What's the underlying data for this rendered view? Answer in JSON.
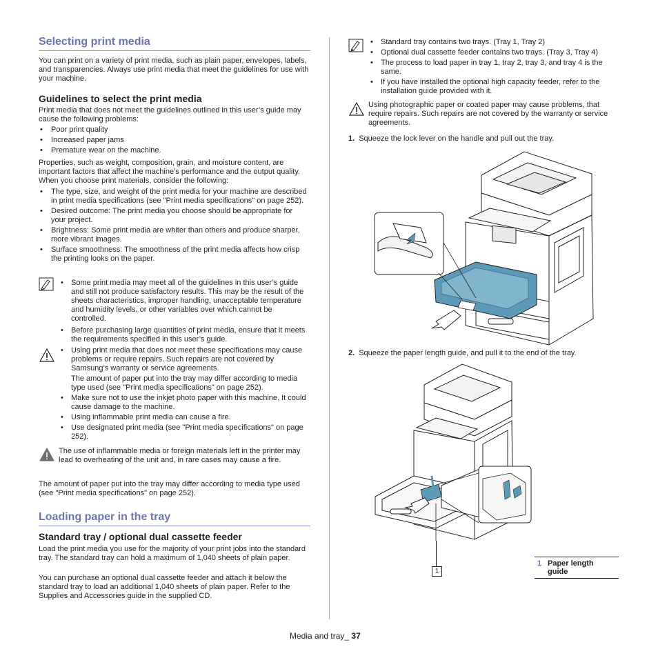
{
  "left": {
    "heading1": "Selecting print media",
    "intro": "You can print on a variety of print media, such as plain paper, envelopes, labels, and transparencies. Always use print media that meet the guidelines for use with your machine.",
    "heading2": "Guidelines to select the print media",
    "guidelines_intro": "Print media that does not meet the guidelines outlined in this user’s guide may cause the following problems:",
    "problems": [
      "Poor print quality",
      "Increased paper jams",
      "Premature wear on the machine."
    ],
    "properties_intro": "Properties, such as weight, composition, grain, and moisture content, are important factors that affect the machine’s performance and the output quality. When you choose print materials, consider the following:",
    "considerations": [
      "The type, size, and weight of the print media for your machine are described in print media specifications (see \"Print media specifications\" on page 252).",
      "Desired outcome: The print media you choose should be appropriate for your project.",
      "Brightness: Some print media are whiter than others and produce sharper, more vibrant images.",
      "Surface smoothness: The smoothness of the print media affects how crisp the printing looks on the paper."
    ],
    "note_items": [
      "Some print media may meet all of the guidelines in this user’s guide and still not produce satisfactory results. This may be the result of the sheets characteristics, improper handling, unacceptable temperature and humidity levels, or other variables over which cannot be controlled.",
      "Before purchasing large quantities of print media, ensure that it meets the requirements specified in this user’s guide."
    ],
    "caution_first": "Using print media that does not meet these specifications may cause problems or require repairs. Such repairs are not covered by Samsung’s warranty or service agreements.",
    "caution_first_cont": "The amount of paper put into the tray may differ according to media type used (see \"Print media specifications\" on page 252).",
    "caution_rest": [
      "Make sure not to use the inkjet photo paper with this machine. It could cause damage to the machine.",
      "Using inflammable print media can cause a fire.",
      "Use designated print media (see \"Print media specifications\" on page 252)."
    ],
    "warning": "The use of inflammable media or foreign materials left in the printer may lead to overheating of the unit and, in rare cases may cause a fire.",
    "amount_note": "The amount of paper put into the tray may differ according to media type used (see \"Print media specifications\" on page 252).",
    "heading3": "Loading paper in the tray",
    "heading4": "Standard tray / optional dual cassette feeder",
    "load_para1": "Load the print media you use for the majority of your print jobs into the standard tray. The standard tray can hold a maximum of 1,040 sheets of plain paper.",
    "load_para2": "You can purchase an optional dual cassette feeder and attach it below the standard tray to load an additional 1,040 sheets of plain paper. Refer to the Supplies and Accessories guide in the supplied CD."
  },
  "right": {
    "note_items": [
      "Standard tray contains two trays. (Tray 1, Tray 2)",
      "Optional dual cassette feeder contains two trays. (Tray 3, Tray 4)",
      "The process to load paper in tray 1, tray 2, tray 3, and tray 4 is the same.",
      "If you have installed the optional high capacity feeder, refer to the installation guide provided with it."
    ],
    "caution": "Using photographic paper or coated paper may cause problems, that require repairs. Such repairs are not covered by the warranty or service agreements.",
    "step1_num": "1.",
    "step1": "Squeeze the lock lever on the handle and pull out the tray.",
    "step2_num": "2.",
    "step2": "Squeeze the paper length guide, and pull it to the end of the tray.",
    "callout": "1",
    "caption_num": "1",
    "caption_text": "Paper length guide"
  },
  "footer": {
    "text": "Media and tray_ ",
    "page": "37"
  },
  "colors": {
    "heading": "#6e73b8",
    "tray": "#5c9bb8",
    "rule": "#8b8fc6"
  },
  "icons": [
    "note-icon",
    "caution-icon",
    "warning-icon"
  ]
}
